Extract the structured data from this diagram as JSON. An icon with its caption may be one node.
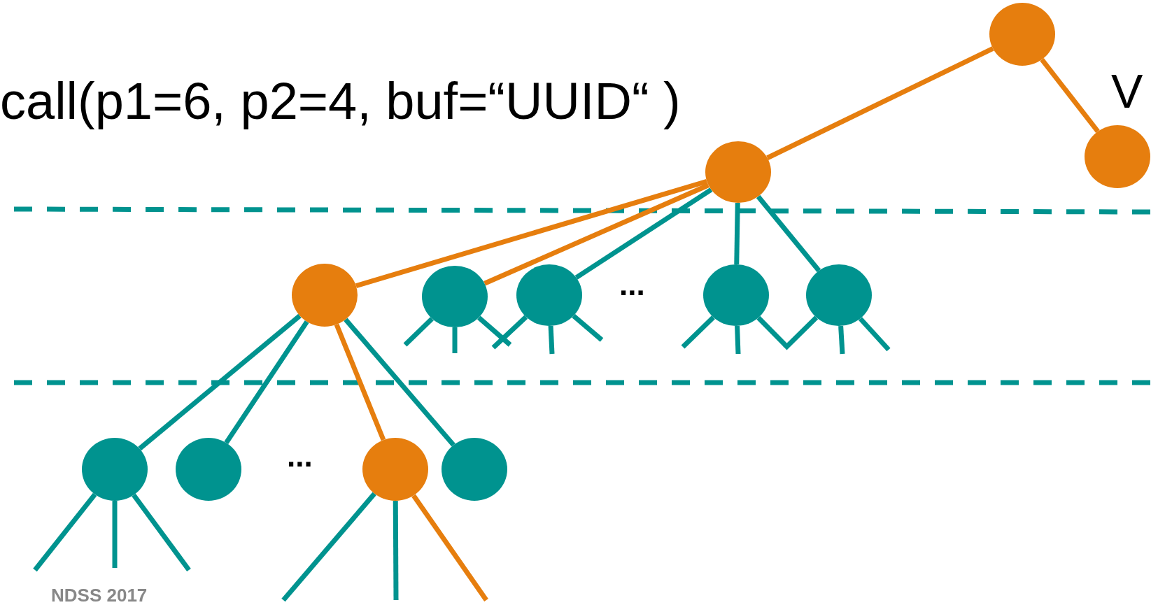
{
  "diagram": {
    "nodes": [
      {
        "text": [],
        "shape": "circle"
      },
      {
        "text": [],
        "shape": "circle"
      },
      {
        "text": [],
        "shape": "circle"
      },
      {
        "text": [],
        "shape": "circle"
      },
      {
        "text": [],
        "shape": "circle"
      },
      {
        "text": [],
        "shape": "circle"
      },
      {
        "text": [],
        "shape": "circle"
      },
      {
        "text": [],
        "shape": "circle"
      },
      {
        "text": [],
        "shape": "circle"
      },
      {
        "text": [],
        "shape": "circle"
      },
      {
        "text": [],
        "shape": "circle"
      },
      {
        "text": [],
        "shape": "circle"
      }
    ],
    "edges": [
      {
        "from": 0,
        "to": 2,
        "arrow": "none",
        "color": "#e67e0e"
      },
      {
        "from": 0,
        "to": 1,
        "arrow": "none",
        "color": "#e67e0e"
      },
      {
        "from": 2,
        "to": 3,
        "arrow": "none",
        "color": "#e67e0e"
      },
      {
        "from": 2,
        "to": 4,
        "arrow": "none",
        "color": "#e67e0e"
      },
      {
        "from": 2,
        "to": 5,
        "arrow": "none"
      },
      {
        "from": 2,
        "to": 6,
        "arrow": "none"
      },
      {
        "from": 2,
        "to": 7,
        "arrow": "none"
      },
      {
        "from": 3,
        "to": 8,
        "arrow": "none"
      },
      {
        "from": 3,
        "to": 9,
        "arrow": "none"
      },
      {
        "from": 3,
        "to": 10,
        "arrow": "none",
        "color": "#e67e0e"
      },
      {
        "from": 3,
        "to": 11,
        "arrow": "none"
      },
      {
        "from": 4,
        "to": null,
        "arrow": "none"
      },
      {
        "from": 4,
        "to": null,
        "arrow": "none"
      },
      {
        "from": 4,
        "to": null,
        "arrow": "none"
      },
      {
        "from": 5,
        "to": null,
        "arrow": "none"
      },
      {
        "from": 5,
        "to": null,
        "arrow": "none"
      },
      {
        "from": 5,
        "to": null,
        "arrow": "none"
      },
      {
        "from": 6,
        "to": null,
        "arrow": "none"
      },
      {
        "from": 6,
        "to": null,
        "arrow": "none"
      },
      {
        "from": 6,
        "to": null,
        "arrow": "none"
      },
      {
        "from": 7,
        "to": null,
        "arrow": "none"
      },
      {
        "from": 7,
        "to": null,
        "arrow": "none"
      },
      {
        "from": 7,
        "to": null,
        "arrow": "none"
      },
      {
        "from": 8,
        "to": null,
        "arrow": "none"
      },
      {
        "from": 8,
        "to": null,
        "arrow": "none"
      },
      {
        "from": 8,
        "to": null,
        "arrow": "none"
      },
      {
        "from": 10,
        "to": null,
        "arrow": "none"
      },
      {
        "from": 10,
        "to": null,
        "arrow": "none"
      },
      {
        "from": 10,
        "to": null,
        "arrow": "none",
        "color": "#e67e0e"
      }
    ],
    "labels": [
      "call(p1=6, p2=4, buf=“UUID“ )",
      "V",
      "...",
      "...",
      "NDSS 2017"
    ]
  }
}
